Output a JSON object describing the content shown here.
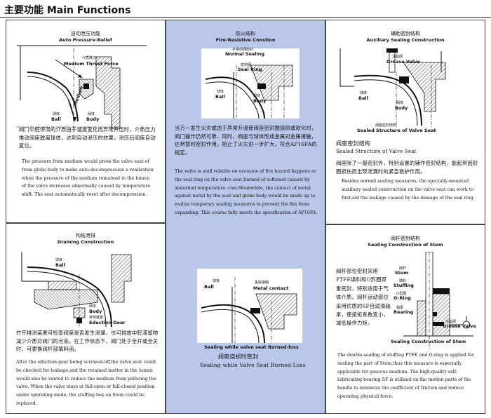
{
  "heading": "主要功能 Main Functions",
  "panel1": {
    "zh_title": "自动泄压功能",
    "en_title": "Auto Pressure-Relief",
    "labels": {
      "medium_zh": "介质推力",
      "medium_en": "Medium Thrust Force",
      "ball_zh": "球体",
      "ball_en": "Ball",
      "body_zh": "阀体",
      "body_en": "Body",
      "medium": "Medium"
    },
    "zh_text": "阀门中腔停滞的介质由于温度变化而异常升压时，介质压力推动阀座脱离球体，达到自动泄压的效果，泄压后阀座自动复位。",
    "en_text": "The pressure from medium would press the valve seat of from globe body to make auto-decompression a realization when the pressure of the medium remained in the lumen of the valve increases abnormally caused by temperature shift. The seat automatically reset after decompression."
  },
  "panel2": {
    "zh_title": "防火结构",
    "en_title": "Fire-Resistive Constion",
    "labels": {
      "normal_zh": "平常的阀密封",
      "normal_en": "Normal Sealing",
      "seal_ring_zh": "密封圈",
      "seal_ring_en": "Seal Ring",
      "ball_zh": "球体",
      "ball_en": "Ball",
      "body_zh": "阀体",
      "body_en": "Body",
      "ball2_zh": "球体",
      "ball2_en": "Ball",
      "metal_zh": "金属接触",
      "metal_en": "Metal contact",
      "burned_en": "Sealing while valve seat Burned-loss",
      "burned_zh": "阀座烧损时密封",
      "burned_en2": "Sealing while Valve Seat Burned-Loss"
    },
    "zh_text": "当万一发生火灾或由于异常升温使阀座密封圈烧损或软化时，阀门操作仍然可靠，同时，阀座与球体形成金属对金属接触，达到暂时密封作用，阻止了火灾进一步扩大，符合AP16FA的规定。",
    "en_text": "The valve is stall reliable on occasion of fire hazard happens or the seal ring on the valve seat burned of softened caused by abnormal temperature -rise.Meanwhile, the contact of metal against metal by the seat and globe body would be made up to realize temporary sealing measures to prevent the fire from expanding. This course fully meets the specification of AP16FA."
  },
  "panel3": {
    "zh_title": "辅助密封结构",
    "en_title": "Auxiliary Sealing Construction",
    "labels": {
      "grease_zh": "注脂阀",
      "grease_en": "Grease Valve",
      "ball_zh": "球体",
      "ball_en": "Ball",
      "body_zh": "阀体",
      "body_en": "Body",
      "seat_zh": "阀座密封结构",
      "seat_en": "Sealed Structure of Valve Seat"
    },
    "zh_sub": "阀座密封结构",
    "en_sub": "Sealed Structure of Valve Seat",
    "zh_text": "阀座除了一般密封外，特别设置的辅作密封结构，能起到因封圈损伤而出现泄漏时的紧急救护作用。",
    "en_text": "Besides normal sealing measures, the specially-mounted auxiliary sealed construction on the valve seat can work to first-aid the leakage caused by the damage of the seal ring."
  },
  "panel4": {
    "zh_title": "构结泄排",
    "en_title": "Draining Construction",
    "labels": {
      "ball_zh": "球体",
      "ball_en": "Ball",
      "body_zh": "阀体",
      "body_en": "Body",
      "gear_zh": "排泄装置",
      "gear_en": "Eduction Gear"
    },
    "zh_text": "拧开排泄装置可检查阀座是否发生泄漏，也可排放中腔滞留物减少介质对阀门的污染。在工作状态下，阀门处于全开或全关时，可更换阀杆部填料函。",
    "en_text": "After the eduction gear being screwed-off,the valve seat could be checked for leakage,and the retained matter in the lumen would also be vented to reduce the medium from polluting the valve. When the valve stays at full-open or full-closed position under operating mode, the stuffing box on Stem could be replaced."
  },
  "panel5": {
    "zh_title": "阀杆密封结构",
    "en_title": "Sealing Construction of Stem",
    "labels": {
      "stem_zh": "阀杆",
      "stem_en": "Stem",
      "stuffing_zh": "填料",
      "stuffing_en": "Stuffing",
      "oring_zh": "O型圈",
      "oring_en": "O-Ring",
      "bearing_zh": "轴承",
      "bearing_en": "Bearing",
      "grease_zh": "注脂阀",
      "grease_en": "Grease Valve",
      "caption": "Sealing Construction of Stem"
    },
    "zh_text": "阀杆部位密封采用PTFE填料和O形圈双重密封，特别适用于气体介质。阀杆运动部位采用优质的SF自润滑轴承，使扭矩系数变小，减低操作力矩。",
    "en_text": "The double-sealing of stuffing PTFE and O-ring is applied for sealing the part of Stem,thus this measure is especially applicable for gaseous medium. The high-quality self-lubricating bearing SF is utilized on the motion parts of the handle to minimize the coefficient of friction and reduce operating physical force."
  }
}
